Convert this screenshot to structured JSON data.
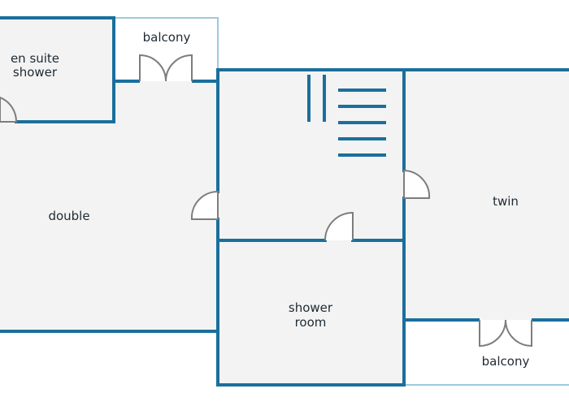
{
  "rooms": {
    "en_suite": "en suite\nshower",
    "en_suite_line1": "en suite",
    "en_suite_line2": "shower",
    "balcony_top": "balcony",
    "double": "double",
    "twin": "twin",
    "shower_line1": "shower",
    "shower_line2": "room",
    "balcony_bottom": "balcony"
  },
  "colors": {
    "wall": "#1a6f9c",
    "floor": "#f3f3f3",
    "door": "#7d7d7d",
    "balcony_outline": "#9cc9e0"
  }
}
